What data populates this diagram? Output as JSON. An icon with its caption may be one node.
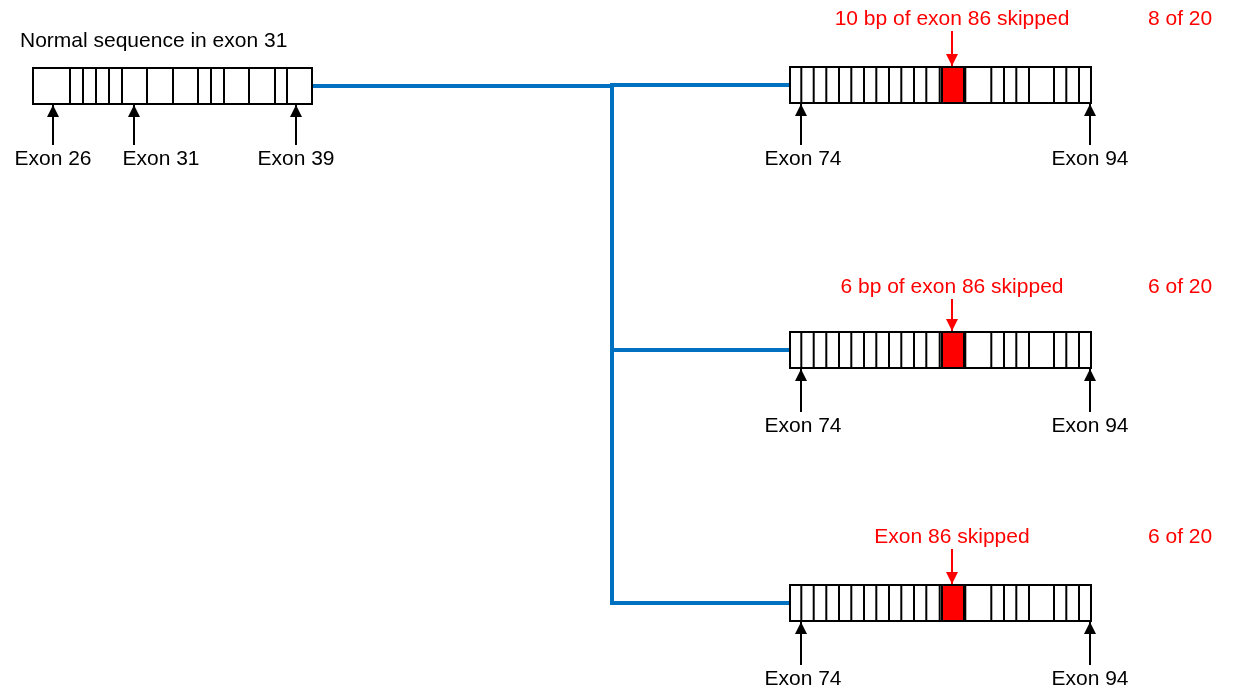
{
  "diagram": {
    "nodes": [
      {
        "text": [
          "Normal sequence in exon 31"
        ]
      },
      {
        "text": [
          "Exon 26"
        ]
      },
      {
        "text": [
          "Exon 31"
        ]
      },
      {
        "text": [
          "Exon 39"
        ]
      },
      {
        "text": [],
        "shape": "bar",
        "beside": [
          "8 of 20"
        ]
      },
      {
        "text": [],
        "shape": "box",
        "in": 4
      },
      {
        "text": [
          "10 bp of exon 86 skipped"
        ]
      },
      {
        "text": [
          "Exon 74"
        ]
      },
      {
        "text": [
          "Exon 94"
        ]
      },
      {
        "text": [],
        "shape": "bar",
        "beside": [
          "6 of 20"
        ]
      },
      {
        "text": [],
        "shape": "box",
        "in": 9
      },
      {
        "text": [
          "6 bp of exon 86 skipped"
        ]
      },
      {
        "text": [
          "Exon 74"
        ]
      },
      {
        "text": [
          "Exon 94"
        ]
      },
      {
        "text": [],
        "shape": "bar",
        "beside": [
          "6 of 20"
        ]
      },
      {
        "text": [],
        "shape": "box",
        "in": 14
      },
      {
        "text": [
          "Exon 86 skipped"
        ]
      },
      {
        "text": [
          "Exon 74"
        ]
      },
      {
        "text": [
          "Exon 94"
        ]
      }
    ],
    "edges": [
      {
        "from": 0,
        "to": 4,
        "arrow": "none",
        "style": "thick",
        "color": "#0070c0"
      },
      {
        "from": 0,
        "to": 9,
        "arrow": "none",
        "style": "thick",
        "color": "#0070c0"
      },
      {
        "from": 0,
        "to": 14,
        "arrow": "none",
        "style": "thick",
        "color": "#0070c0"
      },
      {
        "from": 1,
        "to": 0,
        "arrow": "to"
      },
      {
        "from": 2,
        "to": 0,
        "arrow": "to"
      },
      {
        "from": 3,
        "to": 0,
        "arrow": "to"
      },
      {
        "from": 6,
        "to": 5,
        "arrow": "to",
        "color": "#ff0000"
      },
      {
        "from": 7,
        "to": 4,
        "arrow": "to"
      },
      {
        "from": 8,
        "to": 4,
        "arrow": "to"
      },
      {
        "from": 11,
        "to": 10,
        "arrow": "to",
        "color": "#ff0000"
      },
      {
        "from": 12,
        "to": 9,
        "arrow": "to"
      },
      {
        "from": 13,
        "to": 9,
        "arrow": "to"
      },
      {
        "from": 16,
        "to": 15,
        "arrow": "to",
        "color": "#ff0000"
      },
      {
        "from": 17,
        "to": 14,
        "arrow": "to"
      },
      {
        "from": 18,
        "to": 14,
        "arrow": "to"
      }
    ]
  }
}
